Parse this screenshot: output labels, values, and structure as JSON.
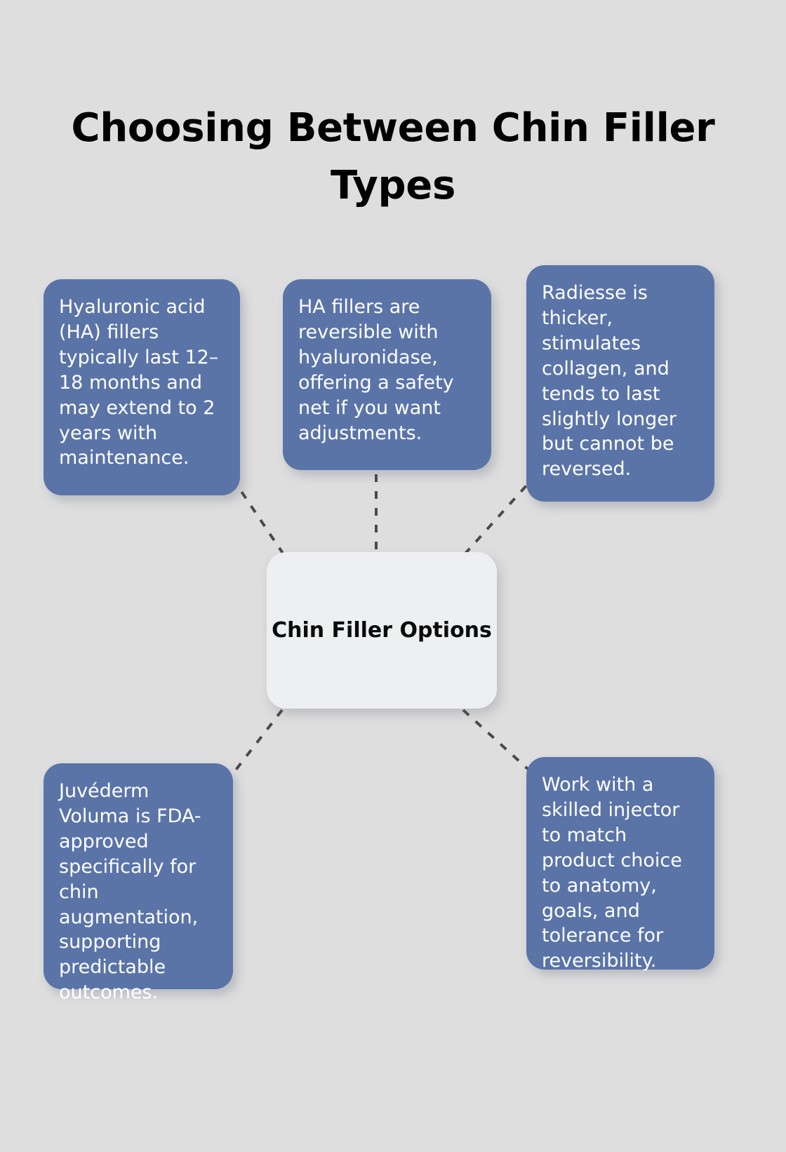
{
  "title": "Choosing Between Chin Filler Types",
  "center": {
    "label": "Chin Filler Options"
  },
  "colors": {
    "background": "#dedede",
    "node_fill": "#5a74a8",
    "node_text": "#ffffff",
    "center_fill": "#eeeff0",
    "center_text": "#0b0b0b",
    "title_text": "#010101",
    "connector": "#4a4a4a"
  },
  "nodes": [
    {
      "id": "ha-duration",
      "text": "Hyaluronic acid (HA) fillers typically last 12–18 months and may extend to 2 years with maintenance."
    },
    {
      "id": "ha-reversible",
      "text": "HA fillers are reversible with hyaluronidase, offering a safety net if you want adjustments."
    },
    {
      "id": "radiesse",
      "text": "Radiesse is thicker, stimulates collagen, and tends to last slightly longer but cannot be reversed."
    },
    {
      "id": "voluma",
      "text": "Juvéderm Voluma is FDA-approved specifically for chin augmentation, supporting predictable outcomes."
    },
    {
      "id": "injector",
      "text": "Work with a skilled injector to match product choice to anatomy, goals, and tolerance for reversibility."
    }
  ],
  "connectors": [
    {
      "from": "center",
      "to": "ha-duration"
    },
    {
      "from": "center",
      "to": "ha-reversible"
    },
    {
      "from": "center",
      "to": "radiesse"
    },
    {
      "from": "center",
      "to": "voluma"
    },
    {
      "from": "center",
      "to": "injector"
    }
  ]
}
